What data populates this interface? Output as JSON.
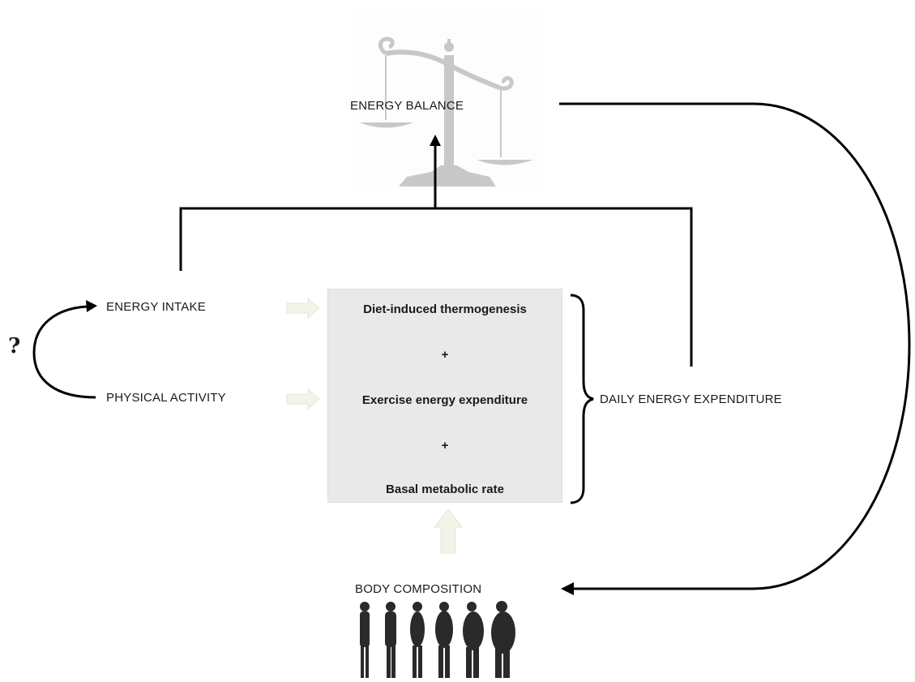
{
  "diagram": {
    "energy_balance": "ENERGY BALANCE",
    "energy_intake": "ENERGY INTAKE",
    "physical_activity": "PHYSICAL ACTIVITY",
    "question_mark": "?",
    "components": {
      "dit": "Diet-induced thermogenesis",
      "plus1": "+",
      "eee": "Exercise energy expenditure",
      "plus2": "+",
      "bmr": "Basal metabolic rate"
    },
    "daily_energy_expenditure": "DAILY ENERGY EXPENDITURE",
    "body_composition": "BODY COMPOSITION"
  },
  "icons": {
    "balance": "balance-scale-icon",
    "people": "body-silhouettes-icon"
  },
  "colors": {
    "line": "#000000",
    "box_fill": "#e9e9e9",
    "scale_gray": "#c8c8c8",
    "hollow_arrow": "#f3f3ea",
    "silhouette": "#2a2a2a"
  }
}
